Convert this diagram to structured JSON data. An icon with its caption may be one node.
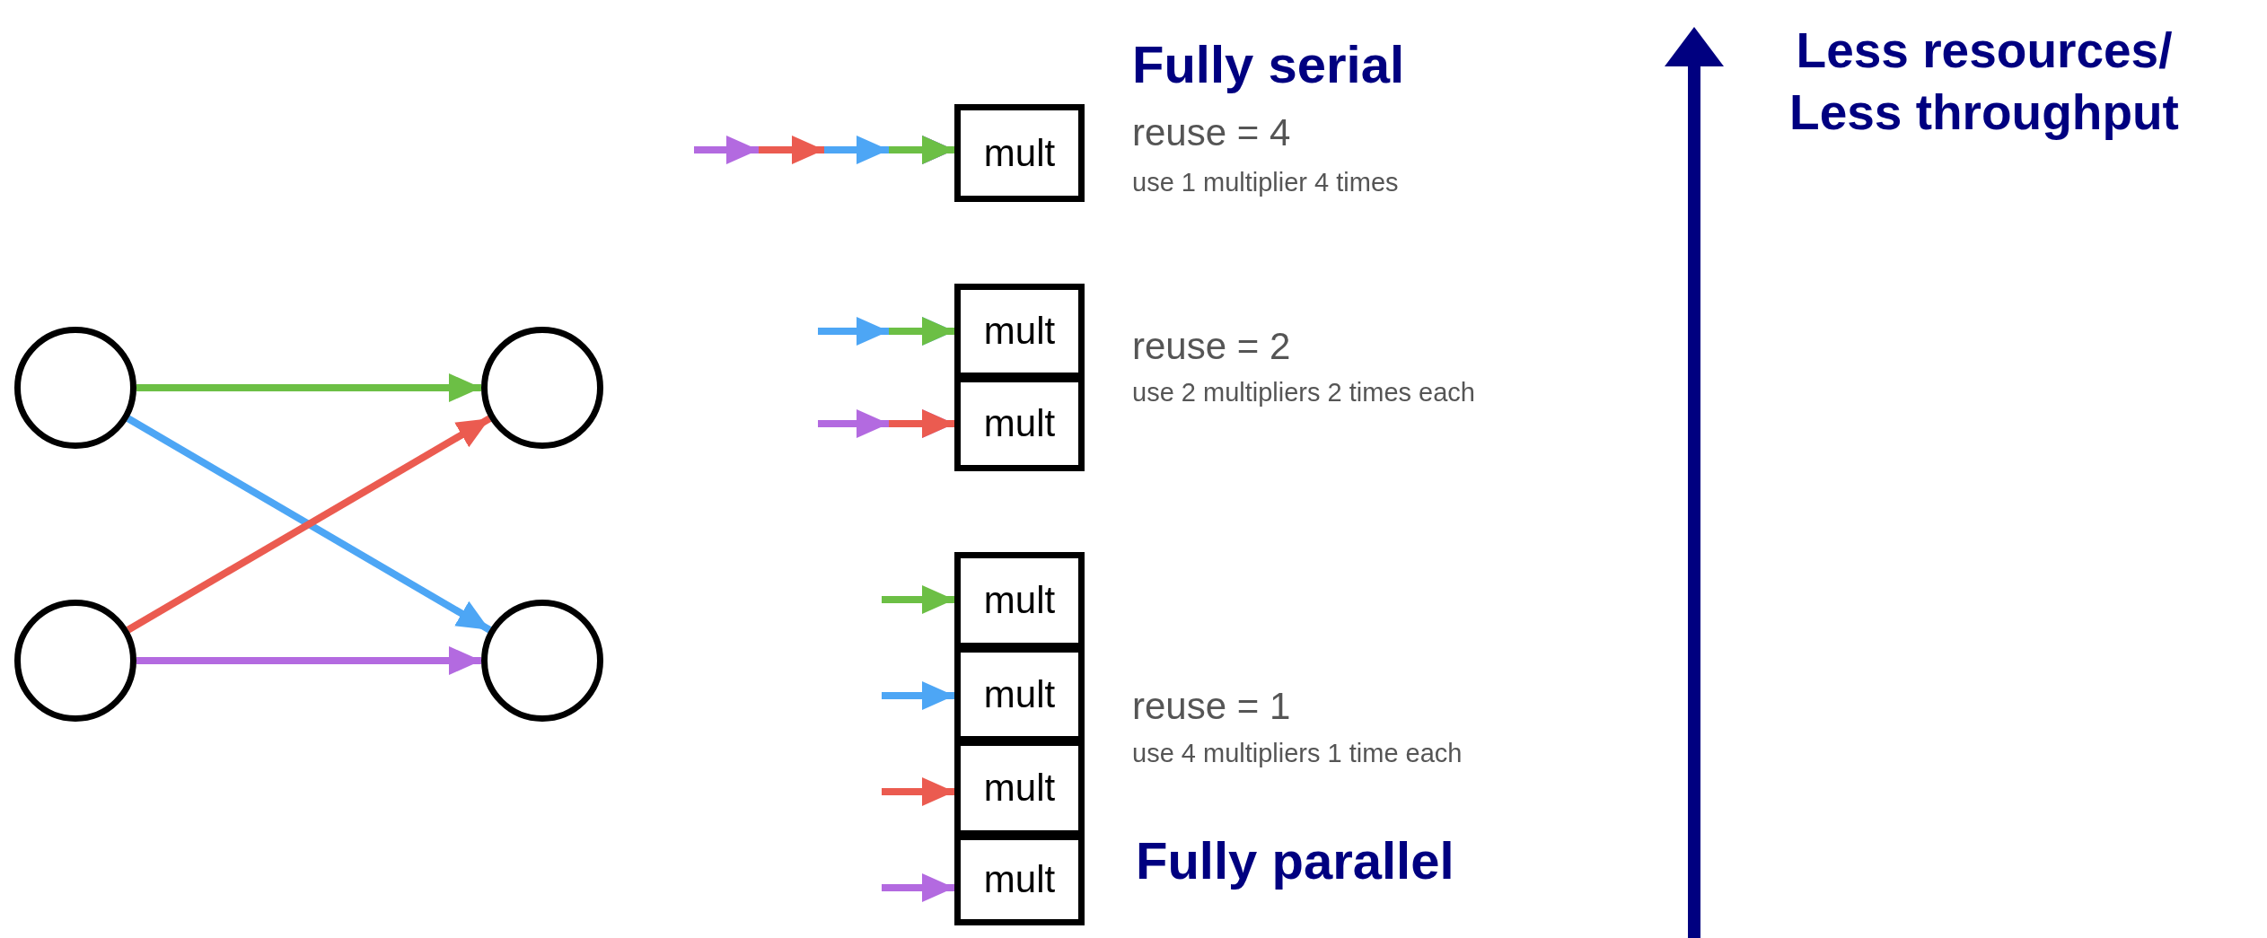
{
  "diagram": {
    "nodes": [
      {
        "text": [],
        "shape": "circle"
      },
      {
        "text": [],
        "shape": "circle"
      },
      {
        "text": [],
        "shape": "circle"
      },
      {
        "text": [],
        "shape": "circle"
      },
      {
        "text": [
          "mult"
        ]
      },
      {
        "text": [
          "mult"
        ]
      },
      {
        "text": [
          "mult"
        ]
      },
      {
        "text": [
          "mult"
        ]
      },
      {
        "text": [
          "mult"
        ]
      },
      {
        "text": [
          "mult"
        ]
      },
      {
        "text": [
          "mult"
        ]
      }
    ],
    "edges": [
      {
        "from": 0,
        "to": 2,
        "arrow": "to",
        "color": "#6cbf45"
      },
      {
        "from": 0,
        "to": 3,
        "arrow": "to",
        "color": "#4da6f5"
      },
      {
        "from": 1,
        "to": 2,
        "arrow": "to",
        "color": "#eb5b50"
      },
      {
        "from": 1,
        "to": 3,
        "arrow": "to",
        "color": "#b36ae0"
      },
      {
        "from": null,
        "to": 4,
        "arrow": "to",
        "color": "#b36ae0"
      },
      {
        "from": null,
        "to": 4,
        "arrow": "to",
        "color": "#eb5b50"
      },
      {
        "from": null,
        "to": 4,
        "arrow": "to",
        "color": "#4da6f5"
      },
      {
        "from": null,
        "to": 4,
        "arrow": "to",
        "color": "#6cbf45"
      },
      {
        "from": null,
        "to": 5,
        "arrow": "to",
        "color": "#4da6f5"
      },
      {
        "from": null,
        "to": 5,
        "arrow": "to",
        "color": "#6cbf45"
      },
      {
        "from": null,
        "to": 6,
        "arrow": "to",
        "color": "#b36ae0"
      },
      {
        "from": null,
        "to": 6,
        "arrow": "to",
        "color": "#eb5b50"
      },
      {
        "from": null,
        "to": 7,
        "arrow": "to",
        "color": "#6cbf45"
      },
      {
        "from": null,
        "to": 8,
        "arrow": "to",
        "color": "#4da6f5"
      },
      {
        "from": null,
        "to": 9,
        "arrow": "to",
        "color": "#eb5b50"
      },
      {
        "from": null,
        "to": 10,
        "arrow": "to",
        "color": "#b36ae0"
      }
    ],
    "labels": [
      "Fully serial",
      "reuse = 4",
      "use 1 multiplier 4 times",
      "reuse = 2",
      "use 2 multipliers 2 times each",
      "reuse = 1",
      "use 4 multipliers 1 time each",
      "Fully parallel",
      "Less resources/ Less throughput"
    ]
  }
}
